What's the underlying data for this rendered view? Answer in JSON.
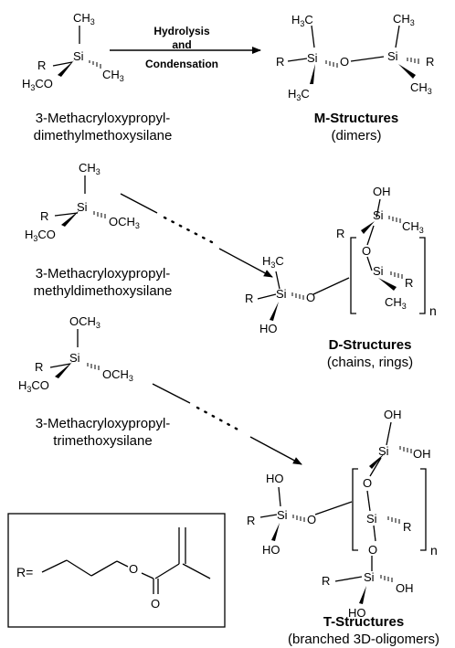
{
  "arrow_label": {
    "line1": "Hydrolysis",
    "line2": "and",
    "line3": "Condensation"
  },
  "precursors": [
    {
      "line1": "3-Methacryloxypropyl-",
      "line2": "dimethylmethoxysilane"
    },
    {
      "line1": "3-Methacryloxypropyl-",
      "line2": "methyldimethoxysilane"
    },
    {
      "line1": "3-Methacryloxypropyl-",
      "line2": "trimethoxysilane"
    }
  ],
  "products": [
    {
      "name": "M-Structures",
      "desc": "(dimers)"
    },
    {
      "name": "D-Structures",
      "desc": "(chains, rings)"
    },
    {
      "name": "T-Structures",
      "desc": "(branched 3D-oligomers)"
    }
  ],
  "atoms": {
    "si": "Si",
    "o": "O",
    "r": "R",
    "oh": "OH",
    "ho": "HO",
    "ch3": "CH",
    "h3c": "H",
    "h3co": "H",
    "och3": "OCH",
    "c_part": "C",
    "co_part": "CO",
    "three": "3",
    "n": "n",
    "r_eq": "R=",
    "carbonyl_o": "O",
    "ester_o": "O"
  }
}
